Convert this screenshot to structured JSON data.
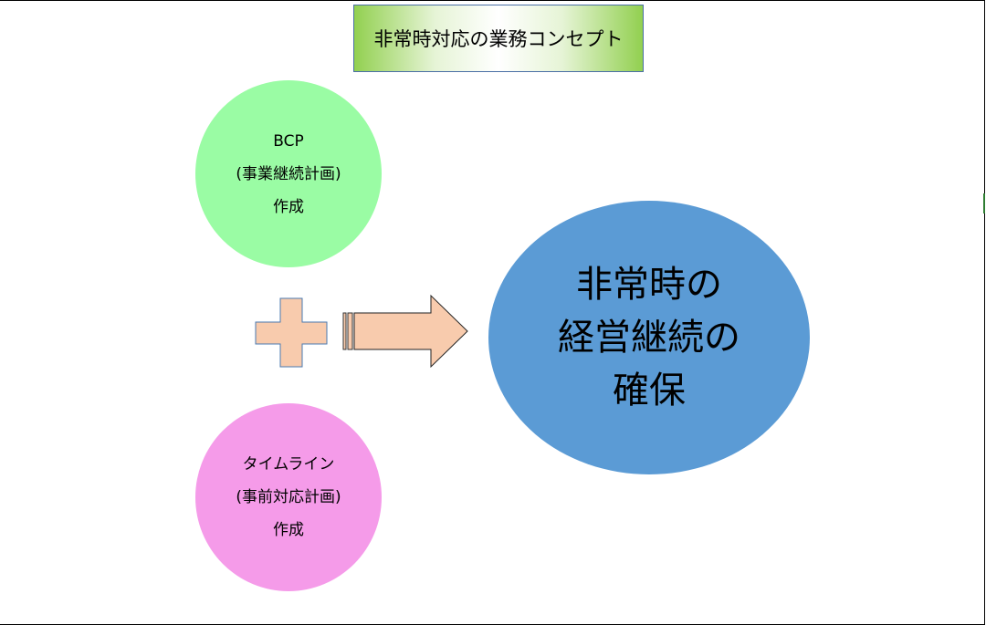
{
  "title": "非常時対応の業務コンセプト",
  "bcp": {
    "line1": "BCP",
    "line2": "(事業継続計画)",
    "line3": "作成"
  },
  "timeline": {
    "line1": "タイムライン",
    "line2": "(事前対応計画)",
    "line3": "作成"
  },
  "result": {
    "line1": "非常時の",
    "line2": "経営継続の",
    "line3": "確保"
  },
  "colors": {
    "bcp": "#9afca4",
    "timeline": "#f59be9",
    "result": "#5b9bd5",
    "shapes": "#f8cbad"
  }
}
